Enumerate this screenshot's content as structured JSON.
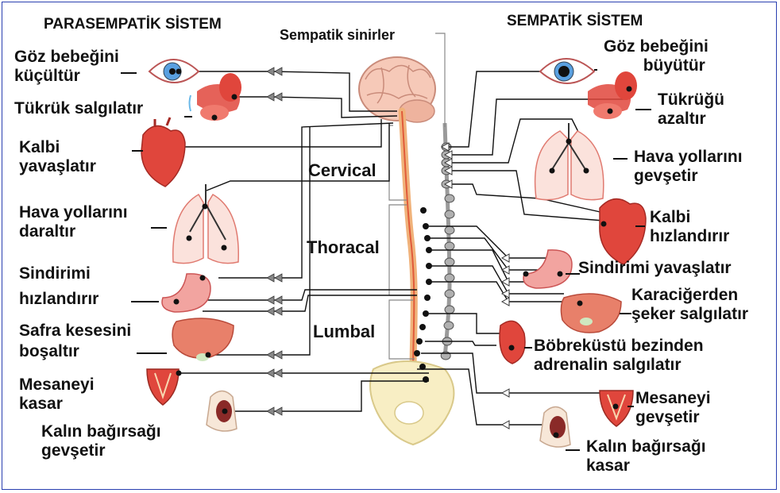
{
  "headings": {
    "parasympathetic": "PARASEMPATİK SİSTEM",
    "sympathetic": "SEMPATİK SİSTEM",
    "sympathetic_nerves": "Sempatik sinirler"
  },
  "spine_regions": {
    "cervical": "Cervical",
    "thoracal": "Thoracal",
    "lumbal": "Lumbal"
  },
  "parasympathetic_effects": {
    "eye_1": "Göz bebeğini",
    "eye_2": "küçültür",
    "saliva": "Tükrük salgılatır",
    "heart_1": "Kalbi",
    "heart_2": "yavaşlatır",
    "lungs_1": "Hava yollarını",
    "lungs_2": "daraltır",
    "digest_1": "Sindirimi",
    "digest_2": "hızlandırır",
    "gall_1": "Safra kesesini",
    "gall_2": "boşaltır",
    "bladder_1": "Mesaneyi",
    "bladder_2": "kasar",
    "colon_1": "Kalın bağırsağı",
    "colon_2": "gevşetir"
  },
  "sympathetic_effects": {
    "eye_1": "Göz bebeğini",
    "eye_2": "büyütür",
    "saliva_1": "Tükrüğü",
    "saliva_2": "azaltır",
    "lungs_1": "Hava yollarını",
    "lungs_2": "gevşetir",
    "heart_1": "Kalbi",
    "heart_2": "hızlandırır",
    "digest": "Sindirimi yavaşlatır",
    "liver_1": "Karaciğerden",
    "liver_2": "şeker salgılatır",
    "adrenal_1": "Böbreküstü bezinden",
    "adrenal_2": "adrenalin salgılatır",
    "bladder_1": "Mesaneyi",
    "bladder_2": "gevşetir",
    "colon_1": "Kalın bağırsağı",
    "colon_2": "kasar"
  },
  "colors": {
    "frame": "#2a3fb0",
    "organ_red": "#e0463c",
    "organ_pink": "#f2a4a0",
    "spinal_cord": "#f0b27a",
    "sympathetic_chain": "#9a9a9a",
    "nerve_line": "#111111",
    "eye_iris": "#5aa0e0"
  }
}
